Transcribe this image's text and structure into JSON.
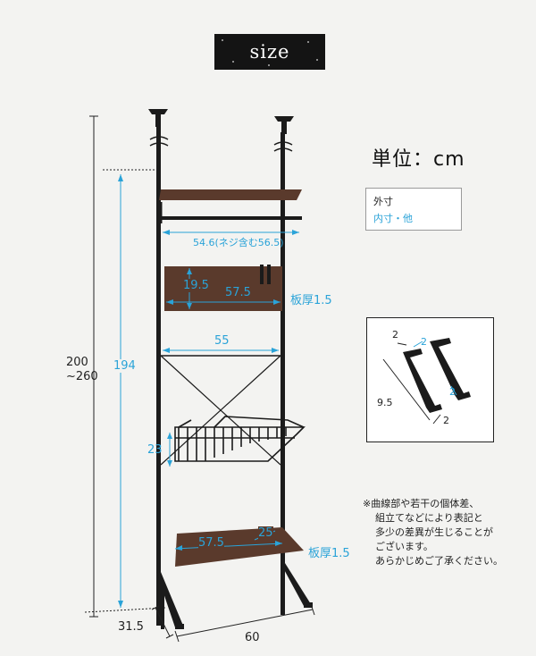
{
  "banner": {
    "title": "size"
  },
  "unit": "単位：cm",
  "legend": {
    "outer": "外寸",
    "inner": "内寸・他"
  },
  "dimensions": {
    "total_height": "200\n~260",
    "total_height_line1": "200",
    "total_height_line2": "~260",
    "inner_height": "194",
    "top_shelf_width": "54.6(ネジ含む56.5)",
    "board_height": "19.5",
    "board_width": "57.5",
    "board_thickness_upper": "板厚1.5",
    "frame_inner_width": "55",
    "rack_height": "23",
    "bottom_shelf_width": "57.5",
    "bottom_shelf_depth": "25",
    "board_thickness_lower": "板厚1.5",
    "depth": "31.5",
    "width": "60"
  },
  "hook": {
    "w1": "2",
    "w2": "2",
    "h": "9.5",
    "d1": "2",
    "d2": "2"
  },
  "note": [
    "※曲線部や若干の個体差、",
    "組立てなどにより表記と",
    "多少の差異が生じることが",
    "ございます。",
    "あらかじめご了承ください。"
  ],
  "colors": {
    "accent_blue": "#2aa3d8",
    "wood": "#5a3a2c",
    "frame": "#1b1b1b"
  }
}
